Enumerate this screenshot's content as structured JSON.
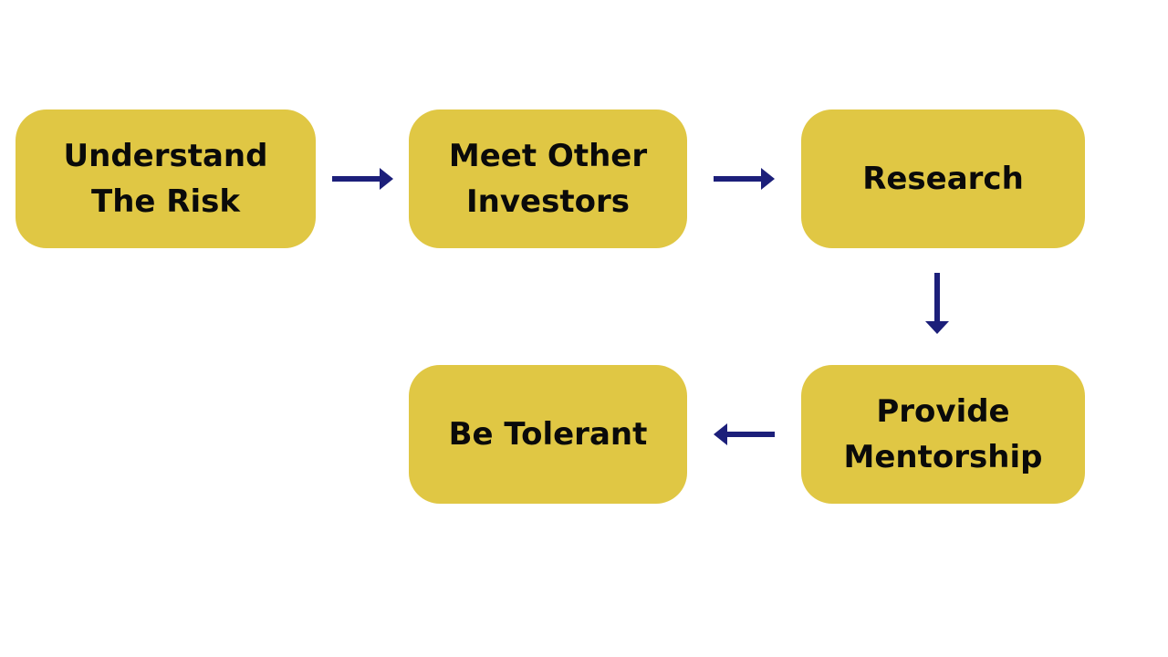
{
  "colors": {
    "background": "#ffffff",
    "box_fill": "#e0c744",
    "arrow": "#1c1f7a",
    "text": "#0a0a0a"
  },
  "steps": [
    {
      "label": "Understand The Risk"
    },
    {
      "label": "Meet Other Investors"
    },
    {
      "label": "Research"
    },
    {
      "label": "Provide Mentorship"
    },
    {
      "label": "Be Tolerant"
    }
  ],
  "connections": [
    {
      "from": 1,
      "to": 2,
      "direction": "right"
    },
    {
      "from": 2,
      "to": 3,
      "direction": "right"
    },
    {
      "from": 3,
      "to": 4,
      "direction": "down"
    },
    {
      "from": 4,
      "to": 5,
      "direction": "left"
    }
  ]
}
